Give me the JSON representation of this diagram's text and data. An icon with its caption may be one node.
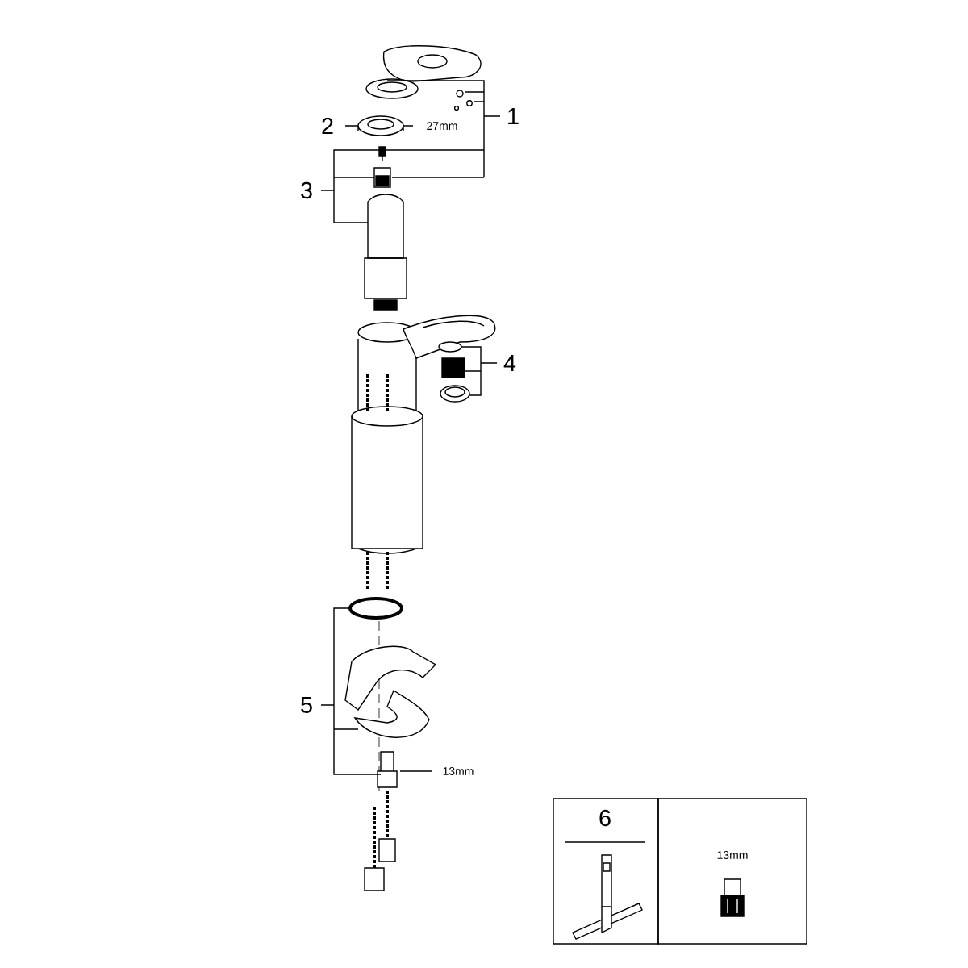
{
  "diagram": {
    "nodes": [
      {
        "text": [
          "6"
        ]
      },
      {
        "text": [
          "13mm"
        ]
      }
    ],
    "edges": [],
    "labels": [
      "1",
      "2",
      "27mm",
      "3",
      "4",
      "5",
      "13mm"
    ]
  }
}
